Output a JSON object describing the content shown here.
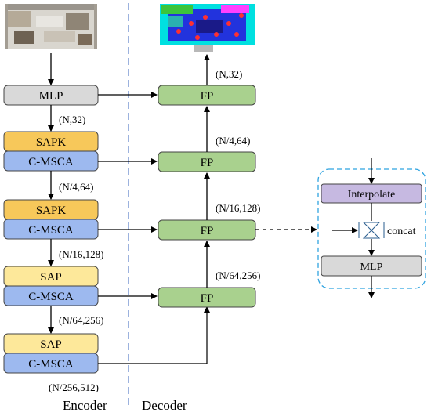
{
  "encoder": {
    "mlp_label": "MLP",
    "mlp_out_shape": "(N,32)",
    "stages": [
      {
        "top_label": "SAPK",
        "bottom_label": "C-MSCA",
        "out_shape": "(N/4,64)"
      },
      {
        "top_label": "SAPK",
        "bottom_label": "C-MSCA",
        "out_shape": "(N/16,128)"
      },
      {
        "top_label": "SAP",
        "bottom_label": "C-MSCA",
        "out_shape": "(N/64,256)"
      },
      {
        "top_label": "SAP",
        "bottom_label": "C-MSCA",
        "out_shape": "(N/256,512)"
      }
    ]
  },
  "decoder": {
    "blocks": [
      {
        "label": "FP",
        "shape": "(N,32)"
      },
      {
        "label": "FP",
        "shape": "(N/4,64)"
      },
      {
        "label": "FP",
        "shape": "(N/16,128)"
      },
      {
        "label": "FP",
        "shape": "(N/64,256)"
      }
    ]
  },
  "fp_detail": {
    "interpolate_label": "Interpolate",
    "concat_label": "concat",
    "mlp_label": "MLP"
  },
  "sections": {
    "encoder_label": "Encoder",
    "decoder_label": "Decoder"
  },
  "colors": {
    "mlp_fill": "#d9d9d9",
    "sapk_fill": "#f7c85a",
    "sap_fill": "#fde89a",
    "cmsca_fill": "#9db9ef",
    "fp_fill": "#a9d18e",
    "interpolate_fill": "#c6b9e1",
    "divider": "#5b7ec9",
    "detail_border": "#2fa3e0"
  },
  "images": {
    "input_scene": "indoor-scene-point-cloud",
    "output_scene": "segmented-scene-point-cloud"
  }
}
